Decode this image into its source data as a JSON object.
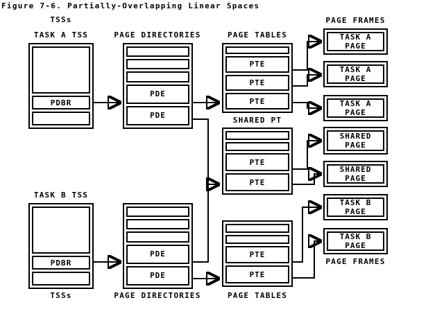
{
  "title": "Figure 7-6. Partially-Overlapping Linear Spaces",
  "labels": {
    "tsss_top": "TSSs",
    "task_a_tss": "TASK A TSS",
    "page_directories_top": "PAGE DIRECTORIES",
    "page_tables_top": "PAGE TABLES",
    "page_frames_top": "PAGE FRAMES",
    "shared_pt": "SHARED PT",
    "task_b_tss": "TASK B TSS",
    "tsss_bottom": "TSSs",
    "page_directories_bottom": "PAGE DIRECTORIES",
    "page_tables_bottom": "PAGE TABLES",
    "page_frames_bottom": "PAGE FRAMES"
  },
  "boxes": {
    "tss_a": {
      "pdbr": "PDBR"
    },
    "pd_a": {
      "rows": [
        "",
        "",
        "",
        "PDE",
        "PDE"
      ]
    },
    "pt_a": {
      "rows": [
        "",
        "PTE",
        "PTE",
        "PTE"
      ]
    },
    "shared_pt": {
      "rows": [
        "",
        "",
        "PTE",
        "PTE"
      ]
    },
    "tss_b": {
      "pdbr": "PDBR"
    },
    "pd_b": {
      "rows": [
        "",
        "",
        "",
        "PDE",
        "PDE"
      ]
    },
    "pt_b": {
      "rows": [
        "",
        "",
        "PTE",
        "PTE"
      ]
    }
  },
  "frames": [
    {
      "line1": "TASK A",
      "line2": "PAGE"
    },
    {
      "line1": "TASK A",
      "line2": "PAGE"
    },
    {
      "line1": "TASK A",
      "line2": "PAGE"
    },
    {
      "line1": "SHARED",
      "line2": "PAGE"
    },
    {
      "line1": "SHARED",
      "line2": "PAGE"
    },
    {
      "line1": "TASK B",
      "line2": "PAGE"
    },
    {
      "line1": "TASK B",
      "line2": "PAGE"
    }
  ],
  "connections": [
    {
      "from": "task-a-pdbr",
      "to": "page-directory-a"
    },
    {
      "from": "page-directory-a-pde-1",
      "to": "page-table-a"
    },
    {
      "from": "page-directory-a-pde-2",
      "to": "shared-page-table"
    },
    {
      "from": "page-directory-b-pde-1",
      "to": "shared-page-table"
    },
    {
      "from": "task-b-pdbr",
      "to": "page-directory-b"
    },
    {
      "from": "page-directory-b-pde-2",
      "to": "page-table-b"
    },
    {
      "from": "page-table-a-pte-1",
      "to": "task-a-page-frame-1"
    },
    {
      "from": "page-table-a-pte-2",
      "to": "task-a-page-frame-2"
    },
    {
      "from": "page-table-a-pte-3",
      "to": "task-a-page-frame-3"
    },
    {
      "from": "shared-pt-pte-1",
      "to": "shared-page-frame-1"
    },
    {
      "from": "shared-pt-pte-2",
      "to": "shared-page-frame-2"
    },
    {
      "from": "page-table-b-pte-1",
      "to": "task-b-page-frame-1"
    },
    {
      "from": "page-table-b-pte-2",
      "to": "task-b-page-frame-2"
    }
  ],
  "colors": {
    "ink": "#000000",
    "paper": "#ffffff"
  }
}
